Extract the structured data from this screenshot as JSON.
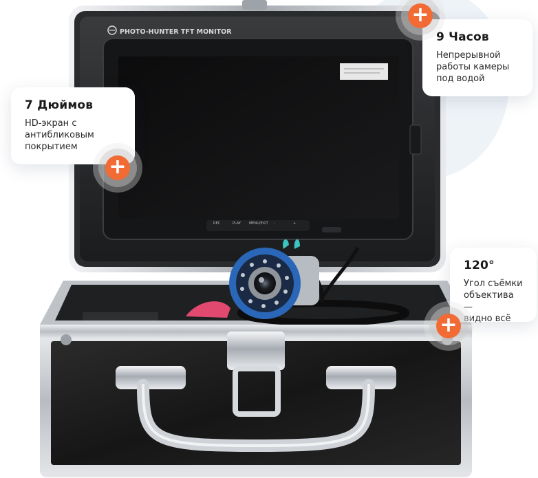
{
  "product": {
    "monitor_brand": "PHOTO-HUNTER TFT MONITOR",
    "monitor_buttons": [
      "REC",
      "PLAY",
      "MENU/EXIT",
      "-",
      "+"
    ],
    "colors": {
      "accent": "#f26b35",
      "case_black": "#1c1c1c",
      "aluminum": "#c9ccd0",
      "camera_blue": "#2a67b8"
    }
  },
  "callouts": [
    {
      "id": "screen",
      "title": "7 Дюймов",
      "desc": [
        "HD-экран с",
        "антибликовым",
        "покрытием"
      ],
      "icon": "plus-icon"
    },
    {
      "id": "battery",
      "title": "9 Часов",
      "desc": [
        "Непрерывной",
        "работы камеры",
        "под водой"
      ],
      "icon": "plus-icon"
    },
    {
      "id": "angle",
      "title": "120°",
      "desc": [
        "Угол съёмки",
        "объектива —",
        "видно всё"
      ],
      "icon": "plus-icon"
    }
  ]
}
